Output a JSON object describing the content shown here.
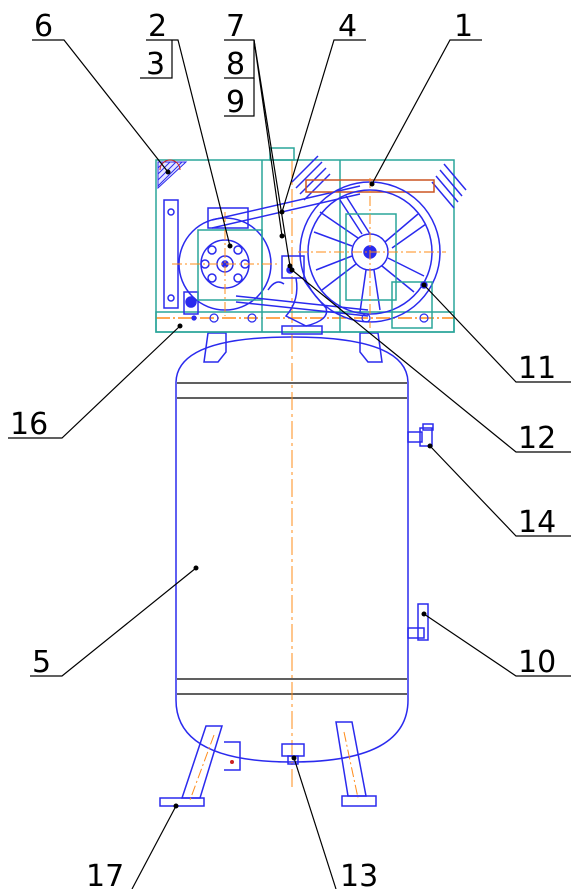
{
  "callouts": {
    "c1": "1",
    "c2": "2",
    "c3": "3",
    "c4": "4",
    "c5": "5",
    "c6": "6",
    "c7": "7",
    "c8": "8",
    "c9": "9",
    "c10": "10",
    "c11": "11",
    "c12": "12",
    "c13": "13",
    "c14": "14",
    "c16": "16",
    "c17": "17"
  },
  "colors": {
    "outline": "#2a2aee",
    "centerline": "#ff8c1a",
    "frame": "#2aa59a",
    "leader": "#000000",
    "hatch": "#2a2aee"
  }
}
